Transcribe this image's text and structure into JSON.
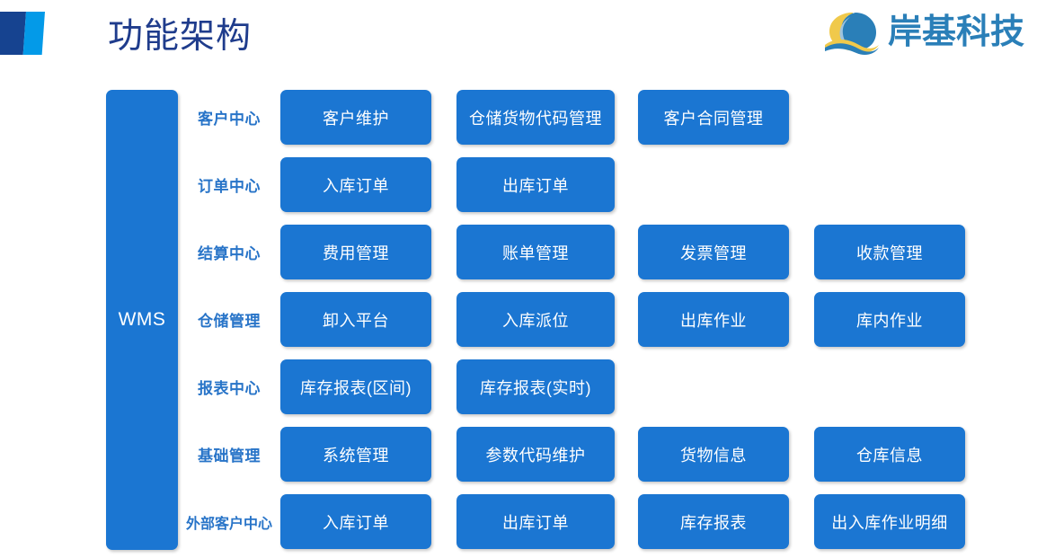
{
  "header": {
    "title": "功能架构",
    "logo_mark_icon": "parallelogram-logo-icon",
    "logo_mark_dark_color": "#164390",
    "logo_mark_light_color": "#039ae8",
    "title_color": "#1f3c8c"
  },
  "brand": {
    "name": "岸基科技",
    "emblem_icon": "wave-circle-emblem-icon",
    "emblem_colors": [
      "#f0c94b",
      "#2a7fb8",
      "#8fb8d8"
    ],
    "name_color": "#2a7fb8"
  },
  "diagram": {
    "system_label": "WMS",
    "accent_color": "#1b76d2",
    "row_label_color": "#2874c8",
    "rows": [
      {
        "label": "客户中心",
        "items": [
          "客户维护",
          "仓储货物代码管理",
          "客户合同管理"
        ]
      },
      {
        "label": "订单中心",
        "items": [
          "入库订单",
          "出库订单"
        ]
      },
      {
        "label": "结算中心",
        "items": [
          "费用管理",
          "账单管理",
          "发票管理",
          "收款管理"
        ]
      },
      {
        "label": "仓储管理",
        "items": [
          "卸入平台",
          "入库派位",
          "出库作业",
          "库内作业"
        ]
      },
      {
        "label": "报表中心",
        "items": [
          "库存报表(区间)",
          "库存报表(实时)"
        ]
      },
      {
        "label": "基础管理",
        "items": [
          "系统管理",
          "参数代码维护",
          "货物信息",
          "仓库信息"
        ]
      },
      {
        "label": "外部客户中心",
        "items": [
          "入库订单",
          "出库订单",
          "库存报表",
          "出入库作业明细"
        ]
      }
    ]
  }
}
